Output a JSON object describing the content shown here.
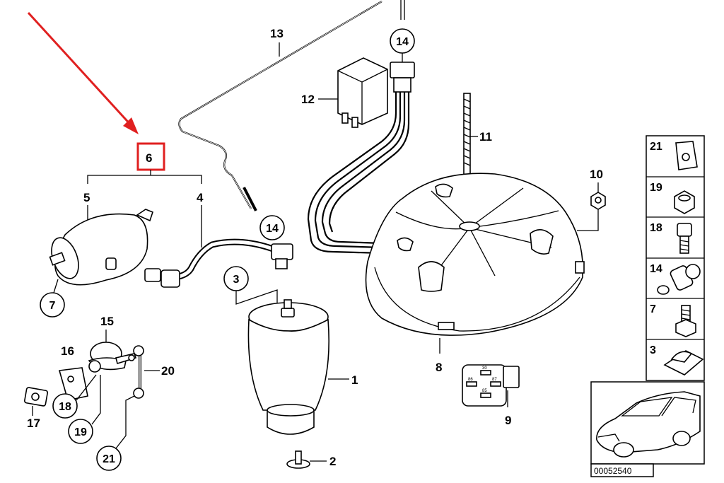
{
  "diagram": {
    "highlight_color": "#e02020",
    "highlighted_label": "6",
    "labels": {
      "p1": "1",
      "p2": "2",
      "p3": "3",
      "p4": "4",
      "p5": "5",
      "p6": "6",
      "p7": "7",
      "p8": "8",
      "p9": "9",
      "p10": "10",
      "p11": "11",
      "p12": "12",
      "p13": "13",
      "p14a": "14",
      "p14b": "14",
      "p15": "15",
      "p16": "16",
      "p17": "17",
      "p18": "18",
      "p19": "19",
      "p20": "20",
      "p21": "21"
    },
    "legend": [
      "21",
      "19",
      "18",
      "14",
      "7",
      "3"
    ],
    "relay_pins": [
      "30",
      "86",
      "87",
      "85"
    ],
    "drawing_number": "00052540"
  }
}
